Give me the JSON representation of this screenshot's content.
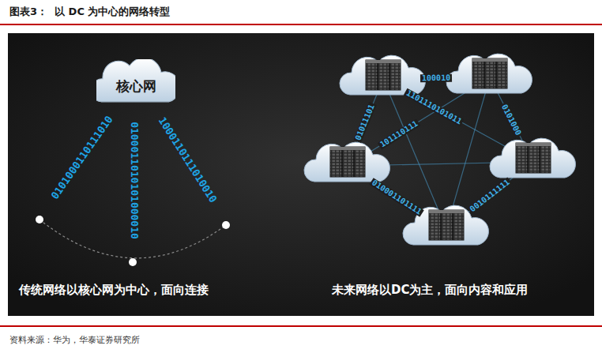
{
  "diagram": {
    "title": "图表3：  以 DC 为中心的网络转型",
    "caption": "资料来源：华为，华泰证券研究所",
    "nodes": [
      {
        "text": [
          "核心网"
        ]
      }
    ],
    "labels": [
      "0101000110111010",
      "0100011010101000010",
      "1000110111010010",
      "传统网络以核心网为中心，面向连接",
      "未来网络以DC为主，面向内容和应用",
      "100010",
      "01011101",
      "0101000",
      "010001101111",
      "0010111111",
      "1101110101011",
      "101110111"
    ]
  }
}
